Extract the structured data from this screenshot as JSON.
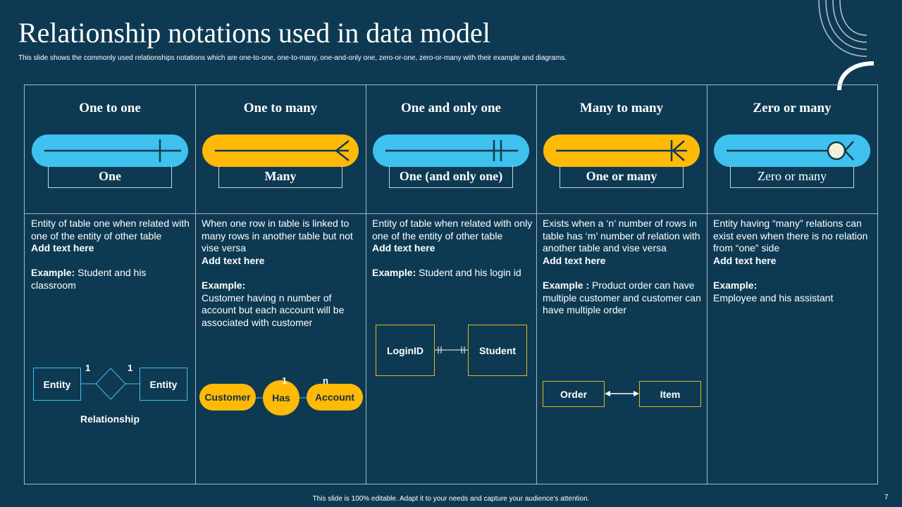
{
  "title": "Relationship notations used in data model",
  "subtitle": "This slide shows the commonly used relationships notations which are one-to-one, one-to-many, one-and-only one, zero-or-one, zero-or-many with their example and diagrams.",
  "colors": {
    "background": "#0d3a52",
    "blue": "#3ec1ee",
    "yellow": "#ffba08",
    "line": "#123a4e"
  },
  "columns": [
    {
      "title": "One to one",
      "pill": "blue",
      "notation": "one-bar",
      "label": "One",
      "desc": "Entity of table one when related with one of the entity of other table",
      "add": "Add  text here",
      "example_label": "Example:",
      "example": "Student and his classroom"
    },
    {
      "title": "One to many",
      "pill": "yellow",
      "notation": "crow-foot",
      "label": "Many",
      "desc": "When one row in table  is linked to many rows in another table  but not vise versa",
      "add": "Add  text here",
      "example_label": "Example:",
      "example": "Customer having n number of account but each account will be associated with customer"
    },
    {
      "title": "One and only one",
      "pill": "blue",
      "notation": "double-bar",
      "label": "One (and only one)",
      "desc": "Entity of table when related with only one of the entity of other table",
      "add": "Add  text here",
      "example_label": "Example:",
      "example": "Student and his login id"
    },
    {
      "title": "Many to many",
      "pill": "yellow",
      "notation": "bar-crow",
      "label": "One or many",
      "desc": "Exists when a ‘n’ number of rows in table  has ‘m’ number of relation with another table  and vise versa",
      "add": "Add  text here",
      "example_label": "Example :",
      "example": "Product order can have multiple customer and customer can have multiple order"
    },
    {
      "title": "Zero or many",
      "pill": "blue",
      "notation": "circle-crow",
      "label": "Zero or many",
      "desc": "Entity having “many” relations can exist even when there is no relation from “one” side",
      "add": "Add  text here",
      "example_label": "Example:",
      "example": "Employee and his assistant"
    }
  ],
  "diagram1": {
    "left": "Entity",
    "right": "Entity",
    "left_card": "1",
    "right_card": "1",
    "caption": "Relationship"
  },
  "diagram2": {
    "left": "Customer",
    "middle": "Has",
    "right": "Account",
    "left_card": "1",
    "right_card": "n"
  },
  "diagram3": {
    "left": "LoginID",
    "right": "Student"
  },
  "diagram4": {
    "left": "Order",
    "right": "Item"
  },
  "footer": "This slide is 100% editable.  Adapt it to your needs and capture your audience’s attention.",
  "page_number": "7"
}
